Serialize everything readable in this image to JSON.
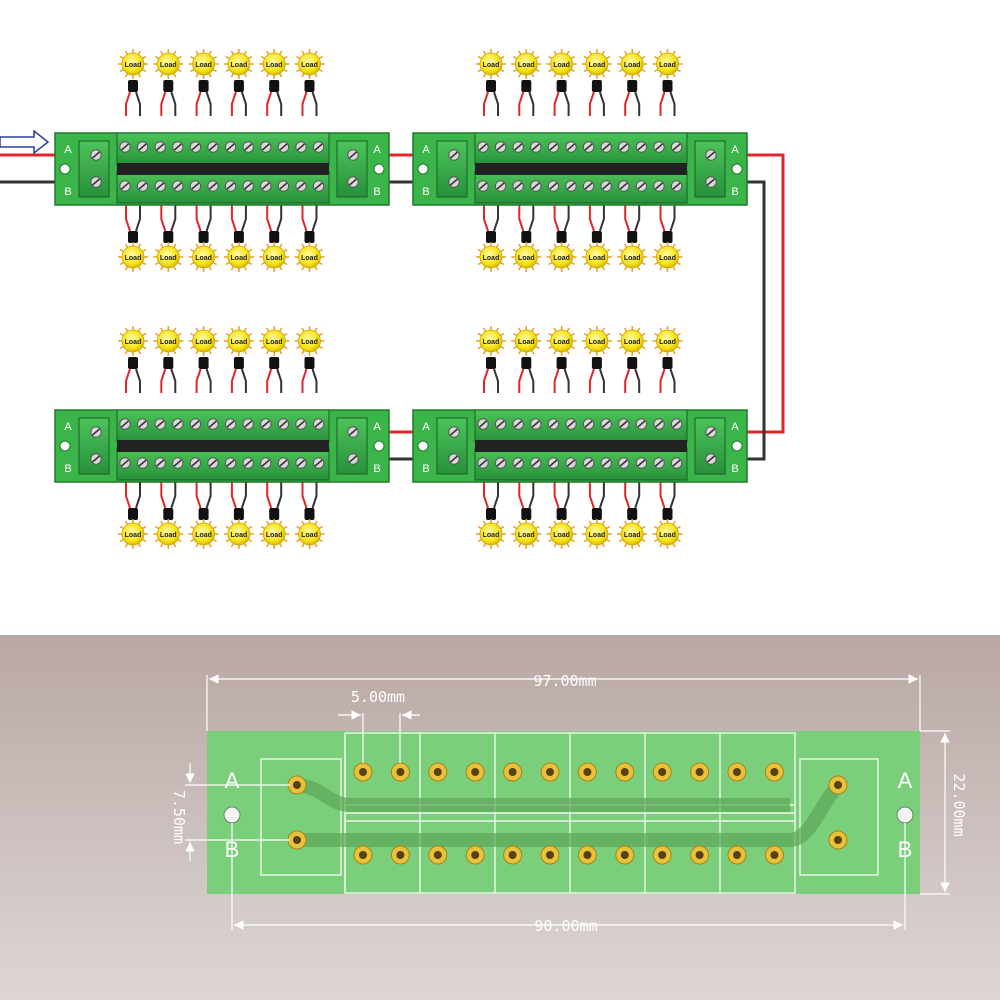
{
  "diagram": {
    "board_labels": {
      "a": "A",
      "b": "B"
    },
    "load_label": "Load",
    "input_arrow": "→"
  },
  "drawing": {
    "dim_total_length": "97.00mm",
    "dim_pitch": "5.00mm",
    "dim_mount_holes": "90.00mm",
    "dim_width": "22.00mm",
    "dim_row_spacing": "7.50mm",
    "label_a": "A",
    "label_b": "B"
  },
  "colors": {
    "pcb_green": "#3bb54a",
    "terminal_green": "#2f9e3a",
    "wire_red": "#e0252b",
    "wire_black": "#333333",
    "bulb_yellow": "#f7e314",
    "drawing_bg_top": "#b9a7a3",
    "drawing_bg_bottom": "#ddd6d5",
    "drawing_pcb": "#7ccf7a"
  }
}
